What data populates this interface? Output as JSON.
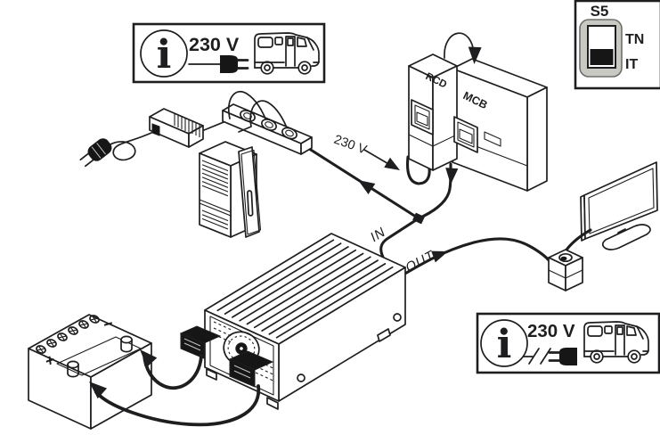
{
  "colors": {
    "background": "#ffffff",
    "line": "#1e1e20",
    "switch_body": "#c9c9c3",
    "switch_border": "#6e6e6a",
    "dark_fill": "#161616"
  },
  "callout_mains_available": {
    "info_symbol": "i",
    "voltage_label": "230 V",
    "icons": {
      "info": "info-icon",
      "plug": "plug-connected-icon",
      "vehicle": "camper-van-icon"
    }
  },
  "callout_mains_disconnected": {
    "info_symbol": "i",
    "voltage_label": "230 V",
    "icons": {
      "info": "info-icon",
      "plug": "plug-disconnected-icon",
      "vehicle": "camper-van-icon"
    }
  },
  "mode_switch_panel": {
    "name": "S5",
    "position_top_label": "TN",
    "position_bottom_label": "IT",
    "icons": {
      "switch": "rocker-switch-icon"
    }
  },
  "distribution_board": {
    "breaker_left_label": "RCD",
    "breaker_right_label": "MCB",
    "supply_label": "230 V",
    "icons": {
      "board": "distribution-board-icon",
      "link_arrow": "curved-arrow-icon"
    }
  },
  "inverter": {
    "input_label": "IN",
    "output_label": "OUT",
    "icons": {
      "fan": "fan-icon",
      "device": "inverter-icon"
    }
  },
  "battery": {
    "positive_label": "+",
    "negative_label": "−",
    "icons": {
      "battery": "battery-icon"
    }
  },
  "peripherals": {
    "icons": {
      "tv": "tv-icon",
      "socket_cube": "socket-adapter-icon",
      "socket_strip": "socket-strip-icon",
      "adapter": "mains-adapter-icon",
      "plug": "euro-plug-icon",
      "cabinet": "vent-cabinet-icon"
    }
  }
}
